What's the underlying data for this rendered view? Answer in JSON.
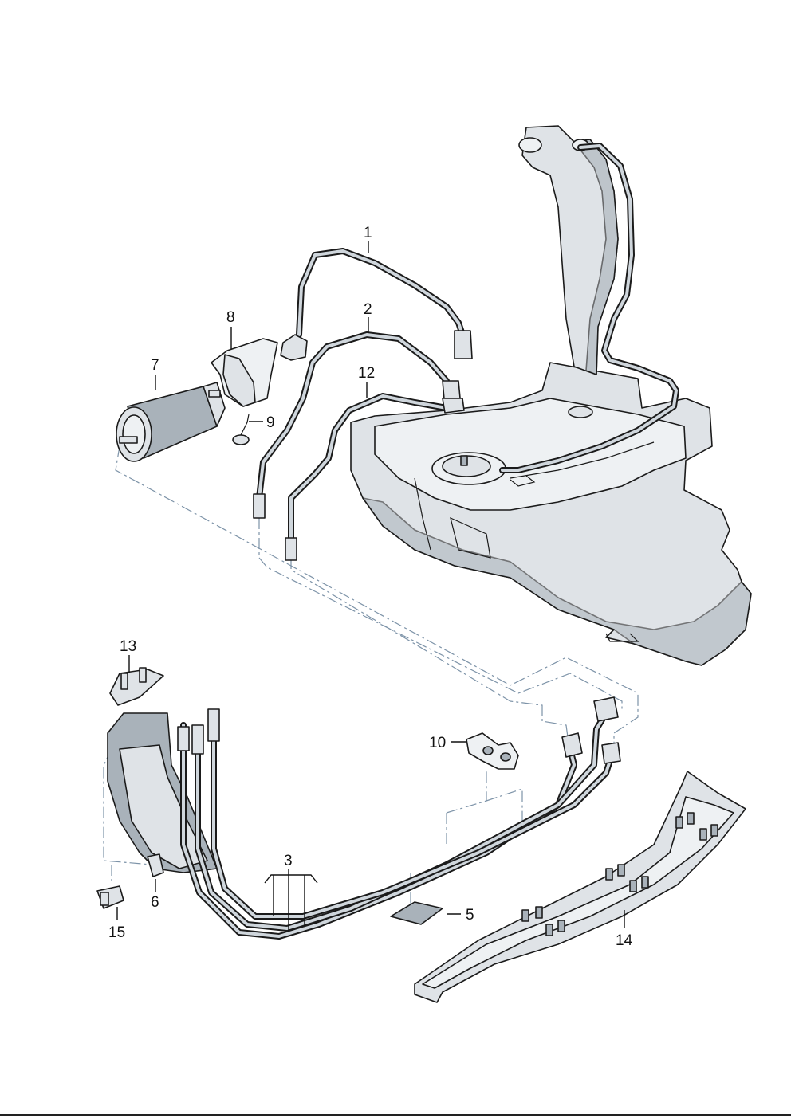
{
  "diagram": {
    "callouts": [
      {
        "id": "1",
        "label": "1"
      },
      {
        "id": "2",
        "label": "2"
      },
      {
        "id": "3",
        "label": "3"
      },
      {
        "id": "5",
        "label": "5"
      },
      {
        "id": "6",
        "label": "6"
      },
      {
        "id": "7",
        "label": "7"
      },
      {
        "id": "8",
        "label": "8"
      },
      {
        "id": "9",
        "label": "9"
      },
      {
        "id": "10",
        "label": "10"
      },
      {
        "id": "12",
        "label": "12"
      },
      {
        "id": "13",
        "label": "13"
      },
      {
        "id": "14",
        "label": "14"
      },
      {
        "id": "15",
        "label": "15"
      }
    ]
  },
  "colors": {
    "line": "#1b1b1b",
    "part_fill": "#dfe3e7",
    "part_shade": "#a9b2ba",
    "dash": "#7d93a8"
  }
}
